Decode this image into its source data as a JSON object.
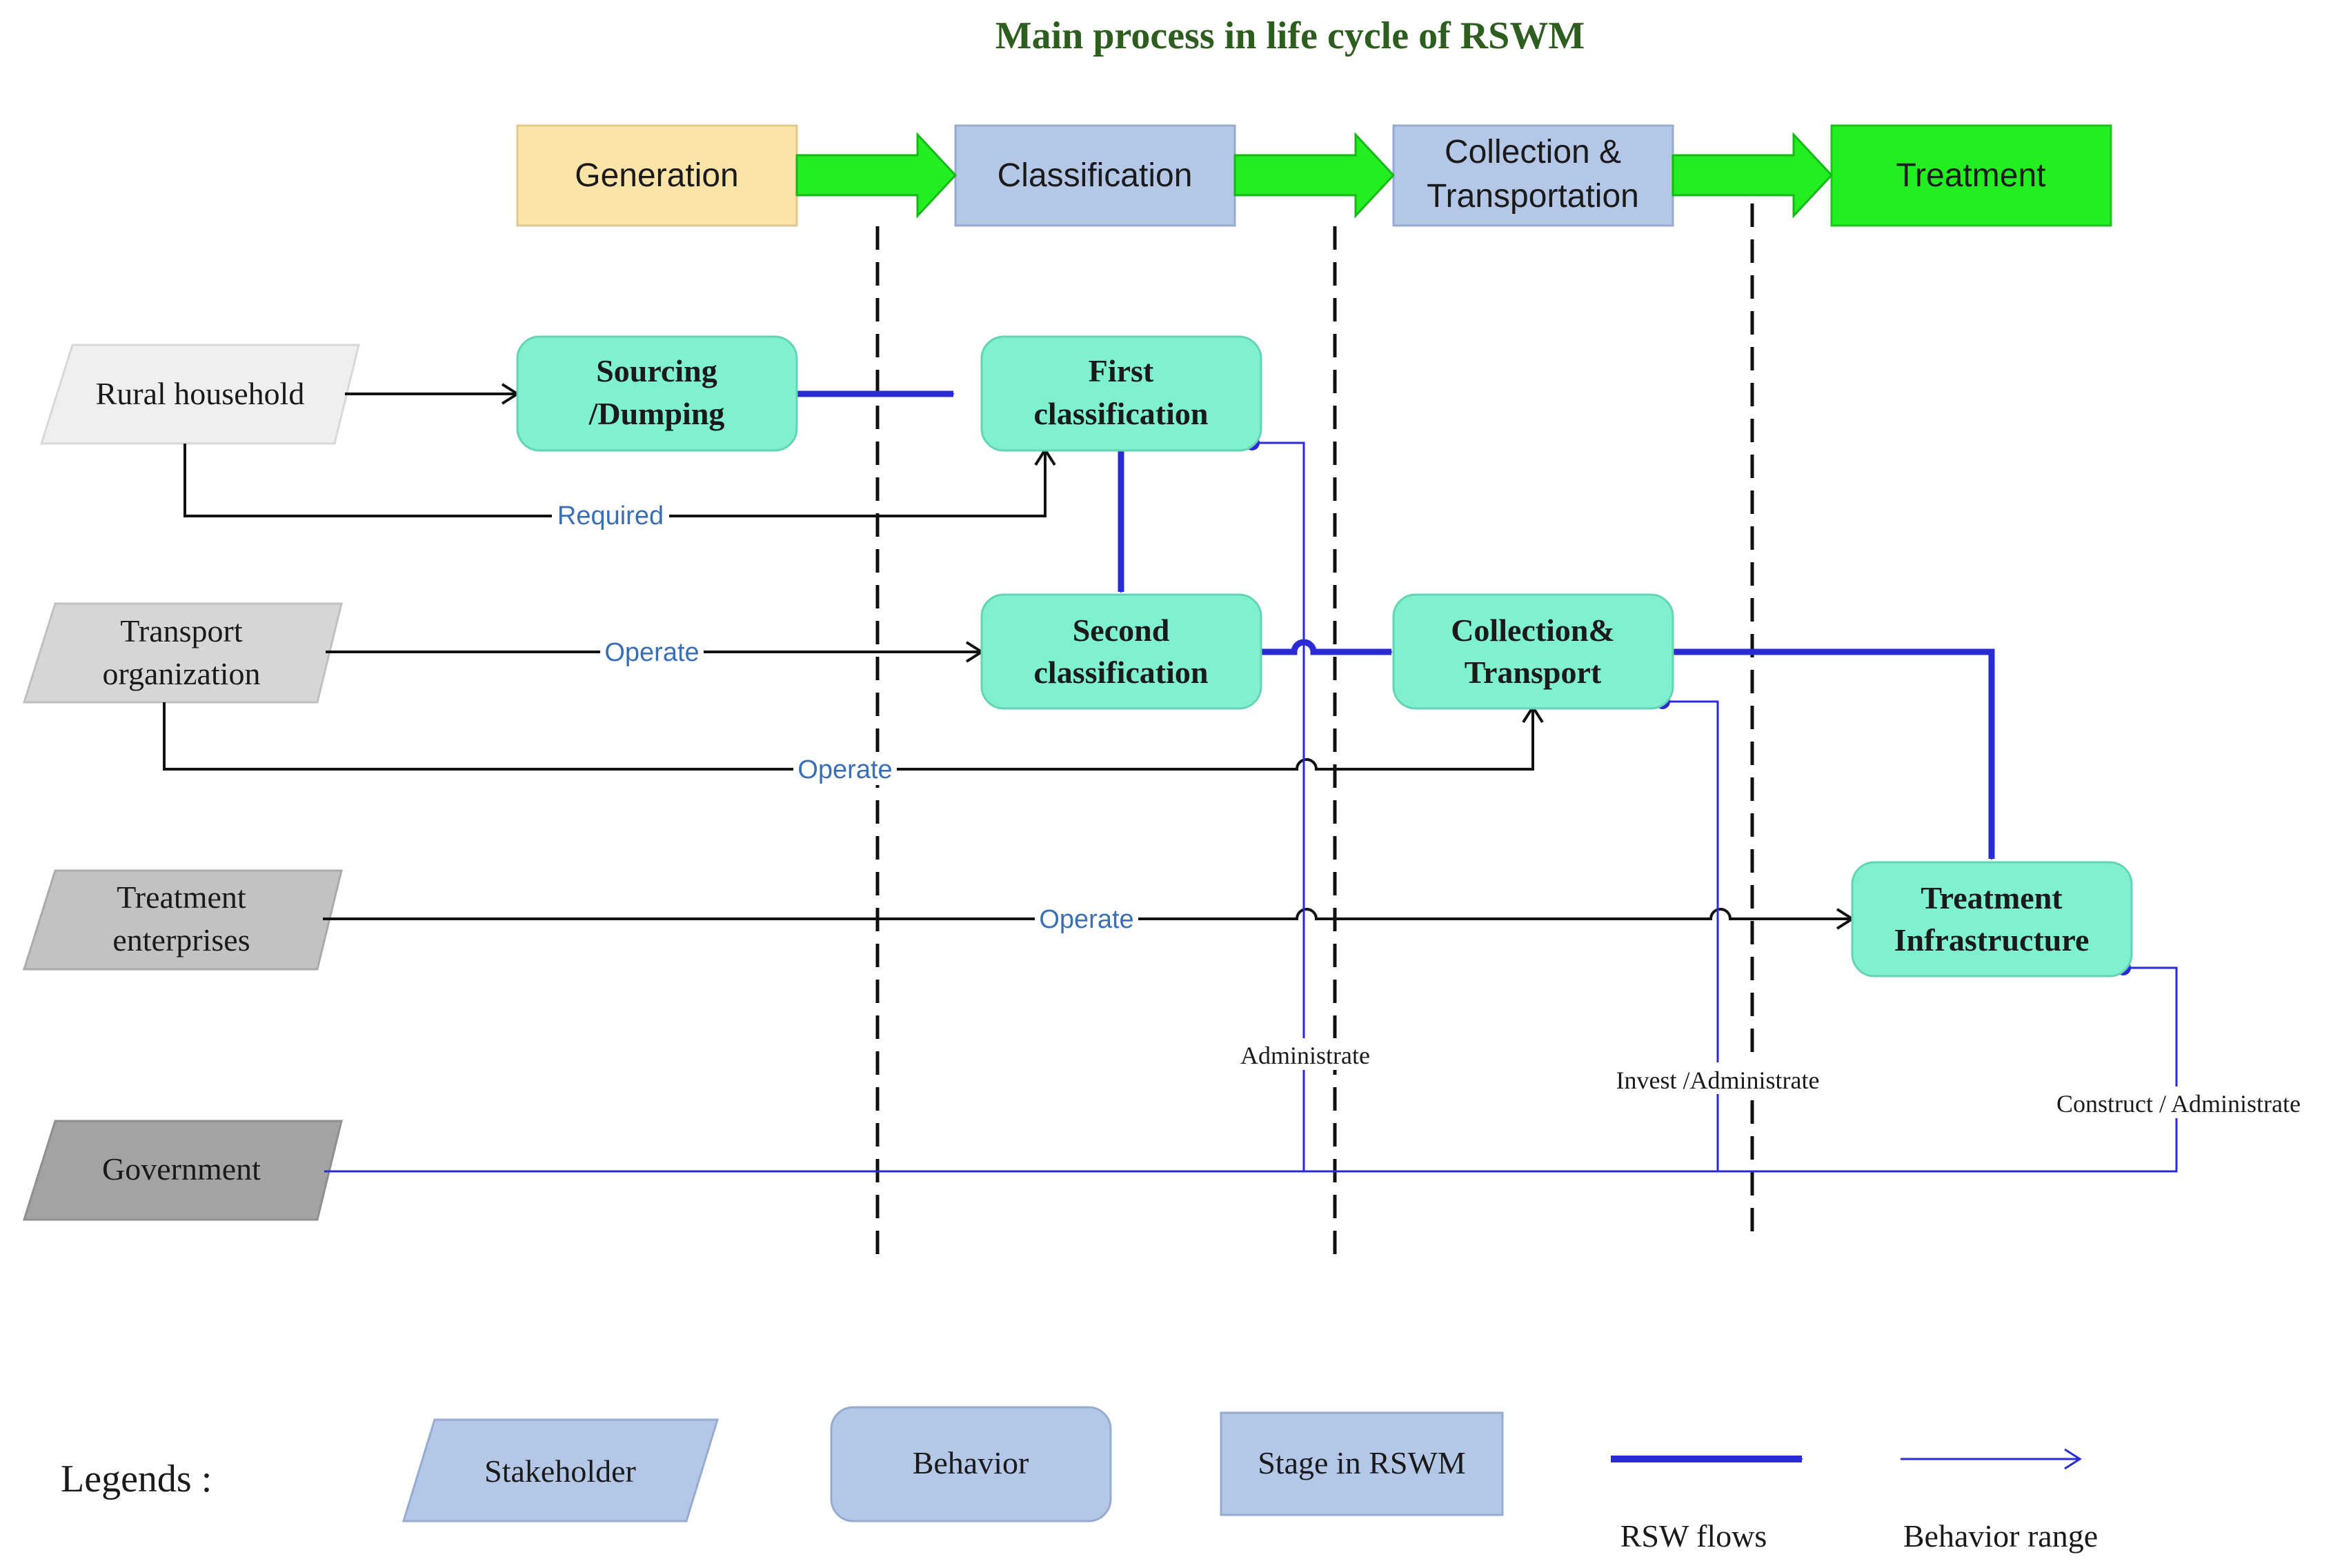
{
  "title": "Main process in life cycle of RSWM",
  "colors": {
    "generation": "#fce4a8",
    "stage_blue": "#b4c7e7",
    "treatment_stage": "#22ee22",
    "stage_arrow": "#22ee22",
    "behavior": "#7ff0d0",
    "rural": "#efefef",
    "transport": "#d6d6d6",
    "treatment_ent": "#c2c2c2",
    "government": "#a3a3a3",
    "flow": "#2b2bd6",
    "range": "#2b2bd6",
    "edge_label": "#3a6fb5"
  },
  "stages": [
    {
      "id": "generation",
      "lines": [
        "Generation"
      ]
    },
    {
      "id": "classification",
      "lines": [
        "Classification"
      ]
    },
    {
      "id": "collection",
      "lines": [
        "Collection &",
        "Transportation"
      ]
    },
    {
      "id": "treatment",
      "lines": [
        "Treatment"
      ]
    }
  ],
  "stakeholders": [
    {
      "id": "rural",
      "lines": [
        "Rural household"
      ]
    },
    {
      "id": "transport",
      "lines": [
        "Transport",
        "organization"
      ]
    },
    {
      "id": "treatment_ent",
      "lines": [
        "Treatment",
        "enterprises"
      ]
    },
    {
      "id": "government",
      "lines": [
        "Government"
      ]
    }
  ],
  "behaviors": [
    {
      "id": "sourcing",
      "lines": [
        "Sourcing",
        "/Dumping"
      ]
    },
    {
      "id": "first",
      "lines": [
        "First",
        "classification"
      ]
    },
    {
      "id": "second",
      "lines": [
        "Second",
        "classification"
      ]
    },
    {
      "id": "collect",
      "lines": [
        "Collection&",
        "Transport"
      ]
    },
    {
      "id": "infra",
      "lines": [
        "Treatment",
        "Infrastructure"
      ]
    }
  ],
  "edge_labels": {
    "required": "Required",
    "operate_second": "Operate",
    "operate_collect": "Operate",
    "operate_infra": "Operate",
    "administrate": "Administrate",
    "invest_administrate": "Invest /Administrate",
    "construct_administrate": "Construct / Administrate"
  },
  "legend": {
    "title": "Legends :",
    "stakeholder": "Stakeholder",
    "behavior": "Behavior",
    "stage": "Stage in RSWM",
    "flows": "RSW flows",
    "range": "Behavior range"
  }
}
